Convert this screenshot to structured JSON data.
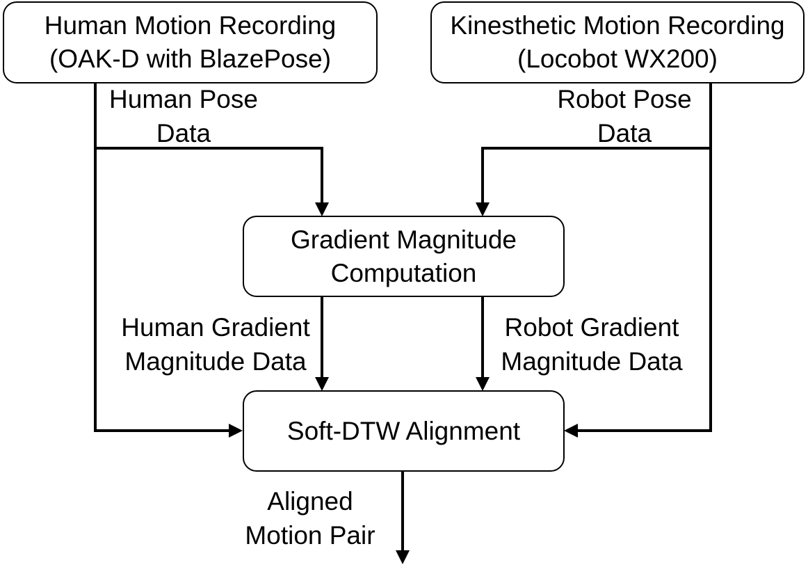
{
  "nodes": {
    "human_recording": {
      "line1": "Human Motion Recording",
      "line2": "(OAK-D with BlazePose)"
    },
    "kinesthetic_recording": {
      "line1": "Kinesthetic Motion Recording",
      "line2": "(Locobot WX200)"
    },
    "gradient": {
      "line1": "Gradient Magnitude",
      "line2": "Computation"
    },
    "softdtw": {
      "line1": "Soft-DTW Alignment"
    }
  },
  "edges": {
    "human_pose": {
      "line1": "Human Pose",
      "line2": "Data"
    },
    "robot_pose": {
      "line1": "Robot Pose",
      "line2": "Data"
    },
    "human_grad": {
      "line1": "Human Gradient",
      "line2": "Magnitude Data"
    },
    "robot_grad": {
      "line1": "Robot Gradient",
      "line2": "Magnitude Data"
    },
    "aligned": {
      "line1": "Aligned",
      "line2": "Motion Pair"
    }
  },
  "colors": {
    "stroke": "#000000",
    "background": "#ffffff"
  }
}
